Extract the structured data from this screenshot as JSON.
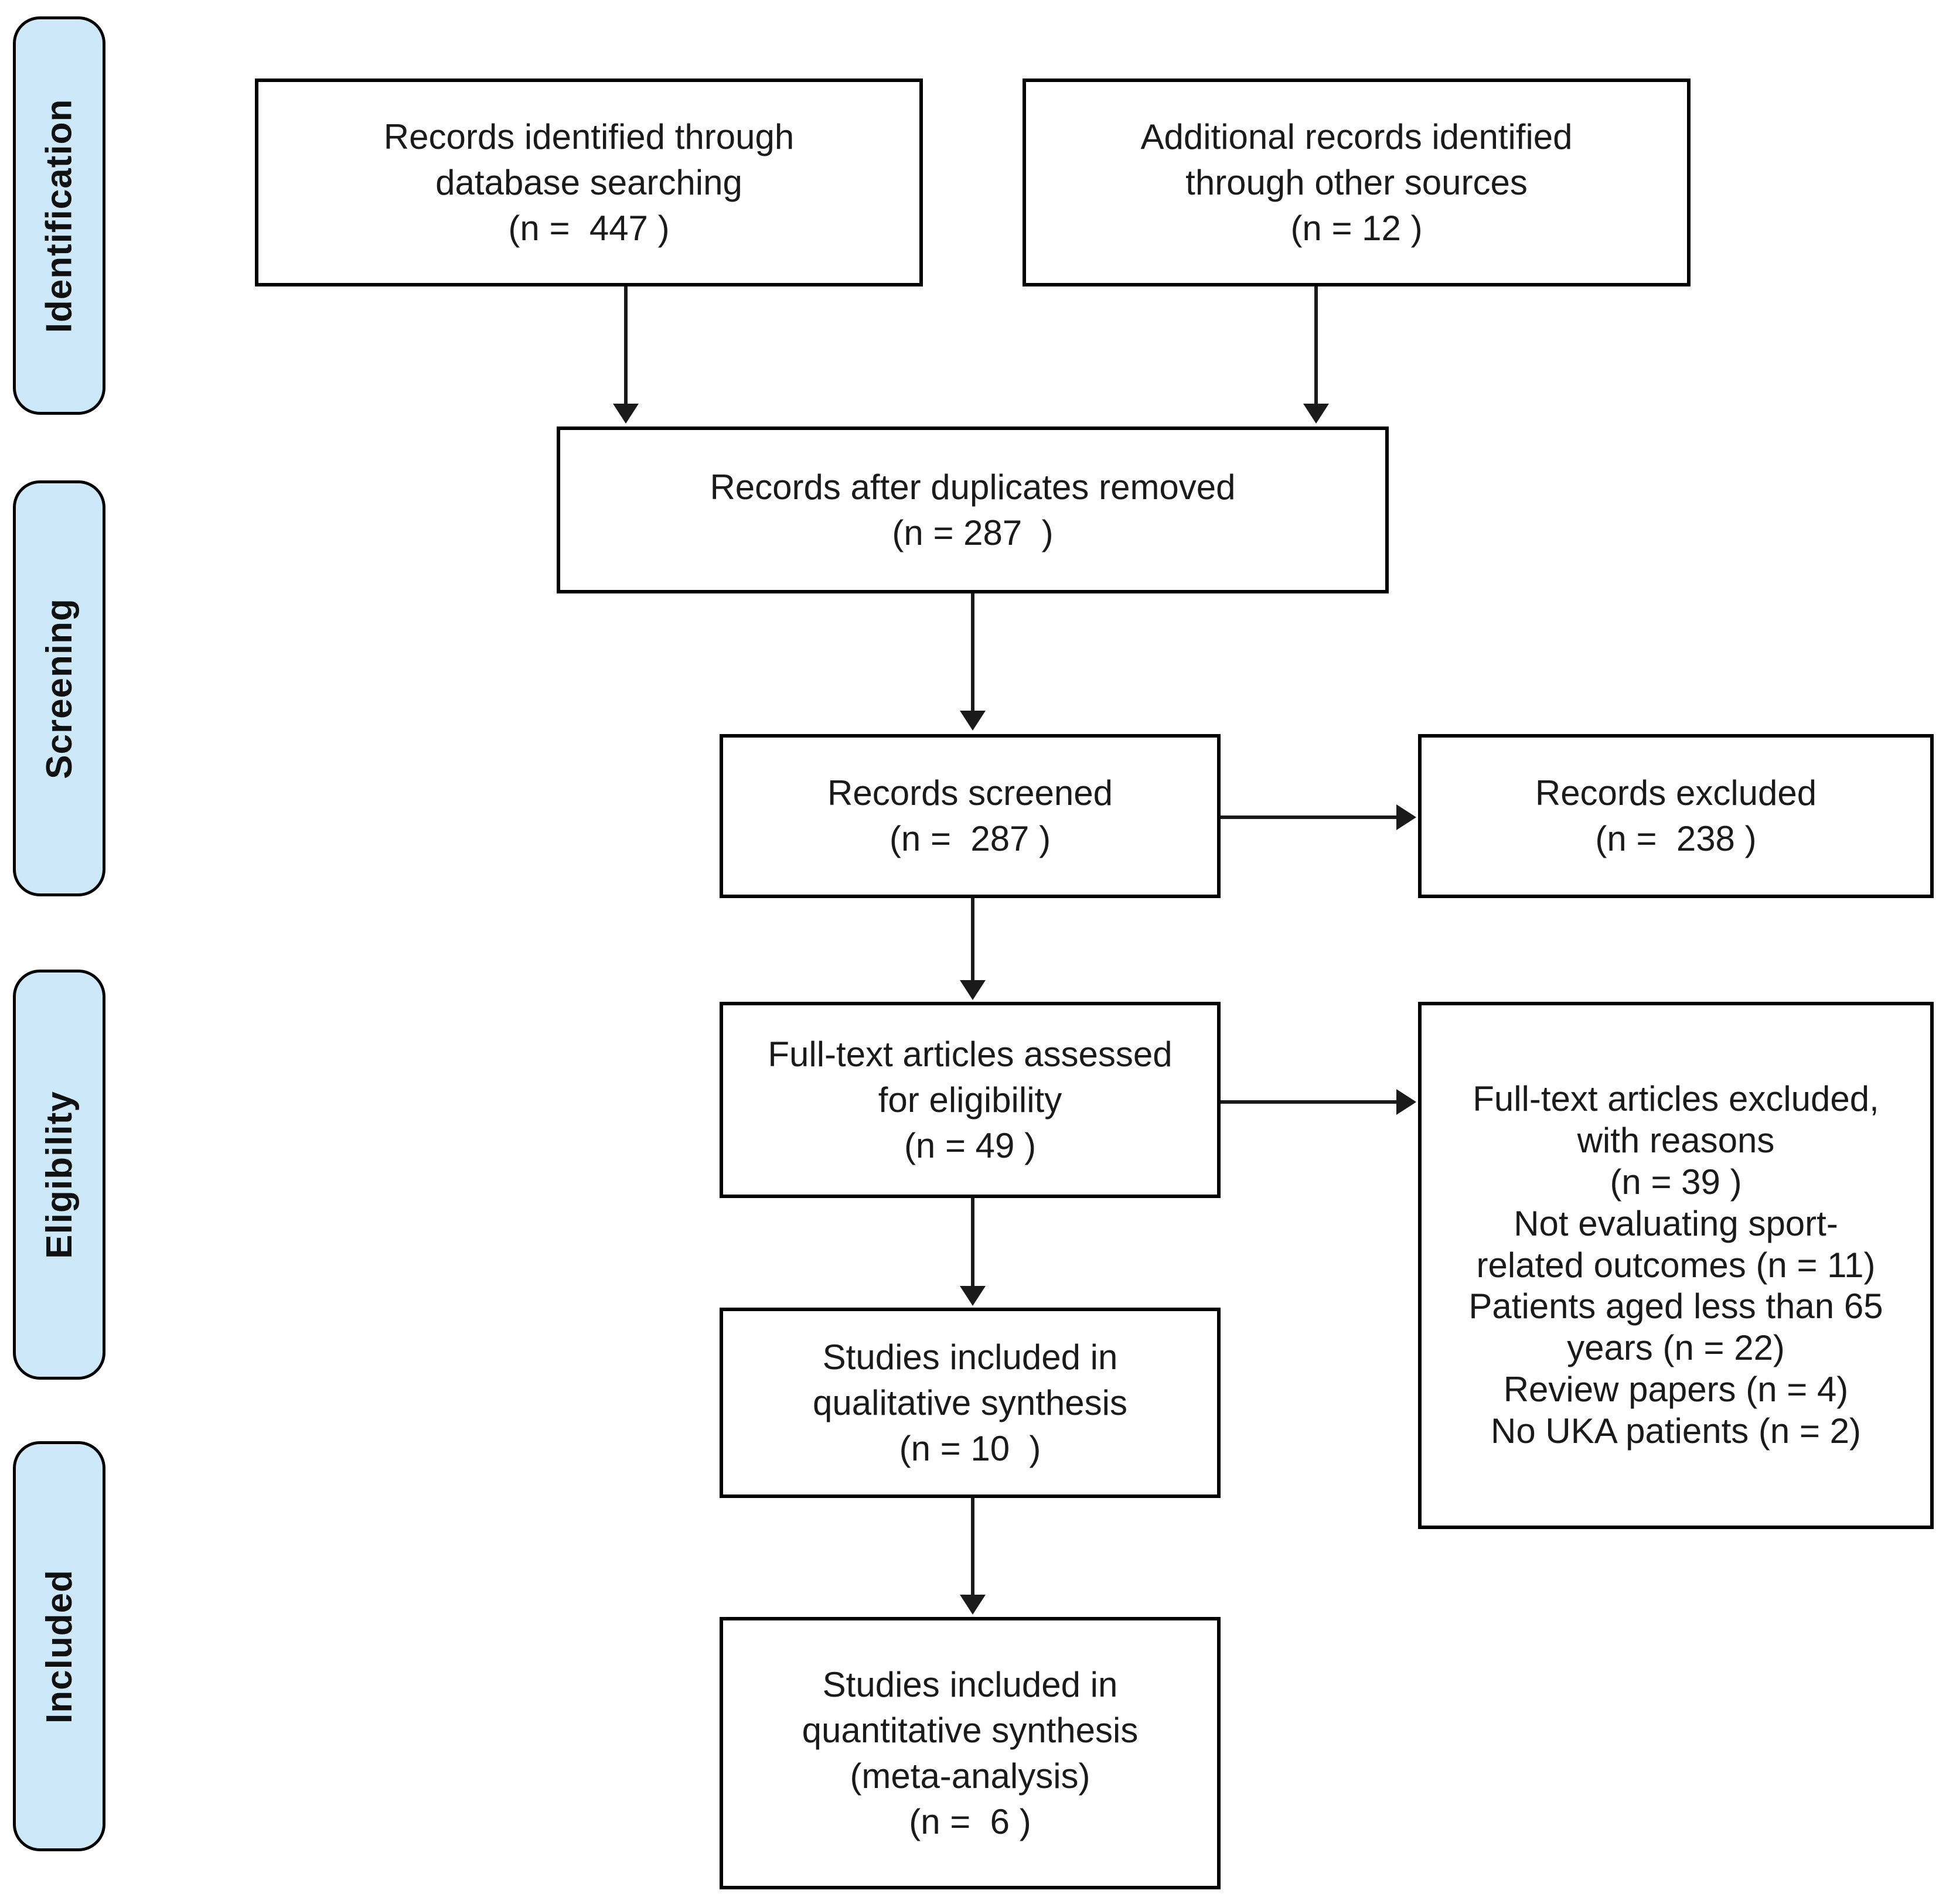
{
  "diagram": {
    "title": "PRISMA flow diagram",
    "accent_fill": "#cde9f9",
    "line_color": "#1a1a1a",
    "stages": [
      {
        "id": "identification",
        "label": "Identification"
      },
      {
        "id": "screening",
        "label": "Screening"
      },
      {
        "id": "eligibility",
        "label": "Eligibility"
      },
      {
        "id": "included",
        "label": "Included"
      }
    ],
    "boxes": {
      "records_db": {
        "lines": [
          "Records identified through",
          "database searching",
          "(n =  447 )"
        ]
      },
      "records_other": {
        "lines": [
          "Additional records identified",
          "through other sources",
          "(n = 12 )"
        ]
      },
      "duplicates_removed": {
        "lines": [
          "Records after duplicates removed",
          "(n = 287  )"
        ]
      },
      "records_screened": {
        "lines": [
          "Records screened",
          "(n =  287 )"
        ]
      },
      "records_excluded": {
        "lines": [
          "Records excluded",
          "(n =  238 )"
        ]
      },
      "fulltext_assessed": {
        "lines": [
          "Full-text articles assessed",
          "for eligibility",
          "(n = 49 )"
        ]
      },
      "fulltext_excluded": {
        "lines": [
          "Full-text articles excluded,",
          "with reasons",
          "(n = 39 )",
          "Not evaluating sport-",
          "related outcomes (n = 11)",
          "Patients aged less than 65",
          "years (n = 22)",
          "Review papers (n = 4)",
          "No UKA patients (n = 2)"
        ]
      },
      "qualitative": {
        "lines": [
          "Studies included in",
          "qualitative synthesis",
          "(n = 10  )"
        ]
      },
      "quantitative": {
        "lines": [
          "Studies included in",
          "quantitative synthesis",
          "(meta-analysis)",
          "(n =  6 )"
        ]
      }
    }
  }
}
